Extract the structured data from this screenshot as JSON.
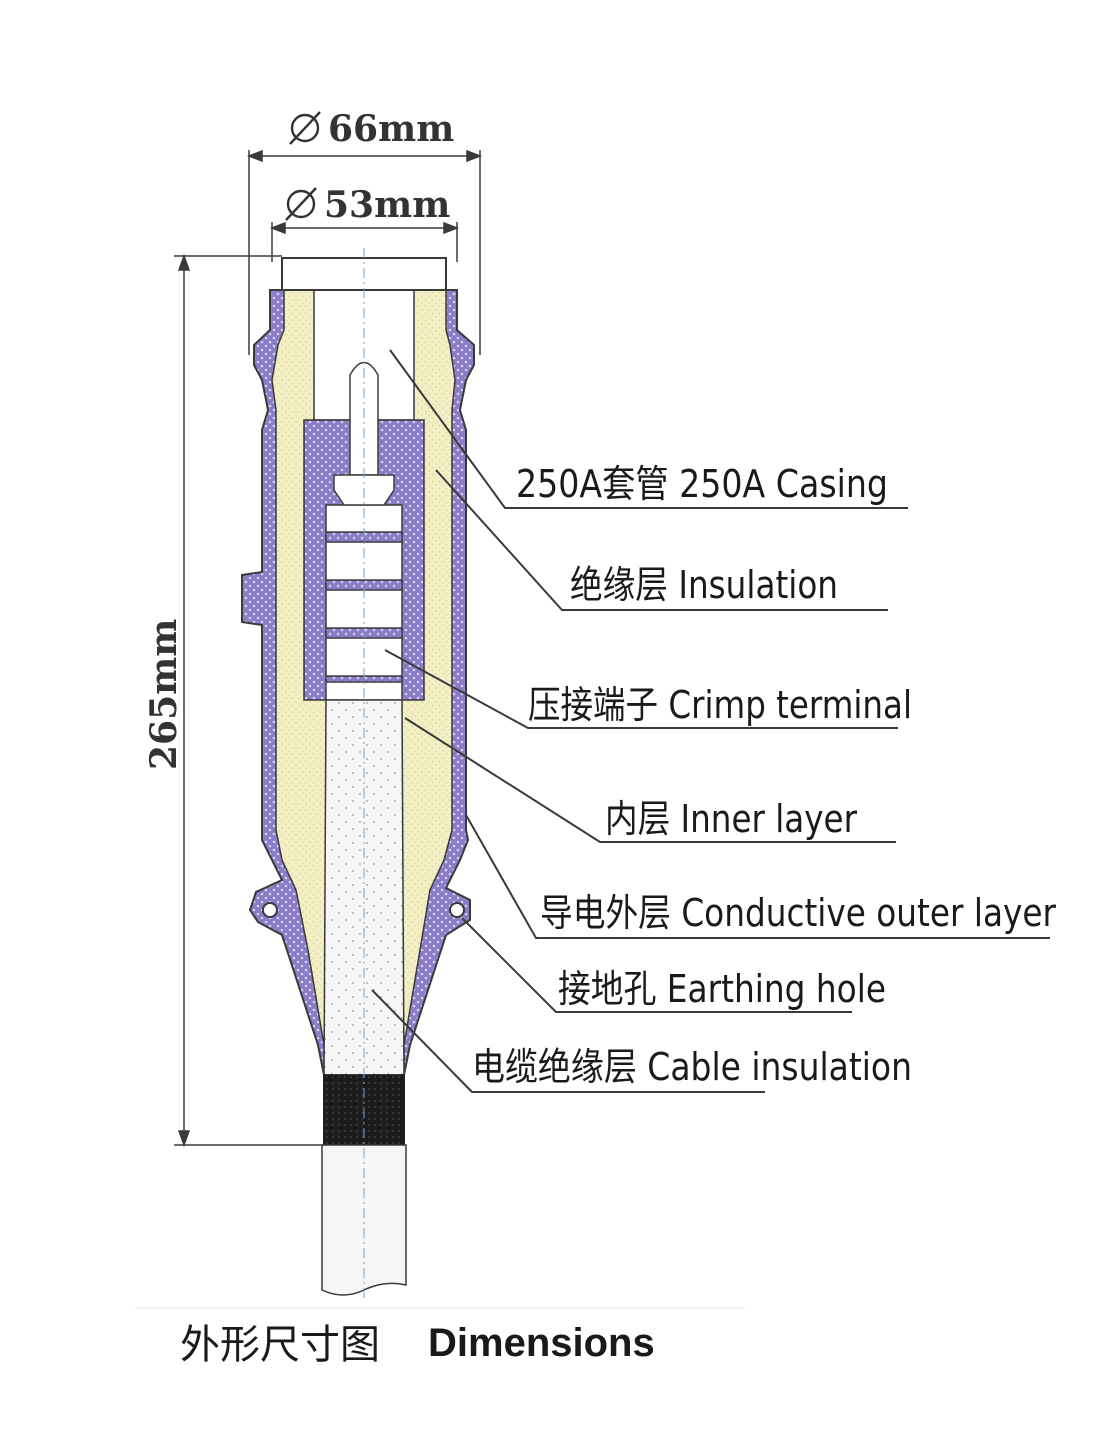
{
  "dimensions": {
    "outer_diameter": "66mm",
    "inner_diameter": "53mm",
    "length": "265mm"
  },
  "callouts": [
    {
      "id": "casing",
      "label": "250A套管 250A Casing"
    },
    {
      "id": "insulation",
      "label": "绝缘层 Insulation"
    },
    {
      "id": "crimp",
      "label": "压接端子 Crimp terminal"
    },
    {
      "id": "inner",
      "label": "内层 Inner layer"
    },
    {
      "id": "conductive",
      "label": "导电外层 Conductive outer layer"
    },
    {
      "id": "earthing",
      "label": "接地孔 Earthing hole"
    },
    {
      "id": "cable",
      "label": "电缆绝缘层 Cable insulation"
    }
  ],
  "caption": {
    "cn": "外形尺寸图",
    "en": "Dimensions"
  },
  "colors": {
    "outer_layer": "#8a7cc6",
    "insulation": "#f2efc4",
    "cable_insulation": "#f4f4f4",
    "black_band": "#1c1c1c",
    "line": "#3a3a3a"
  },
  "icons": [
    "diameter-symbol"
  ]
}
